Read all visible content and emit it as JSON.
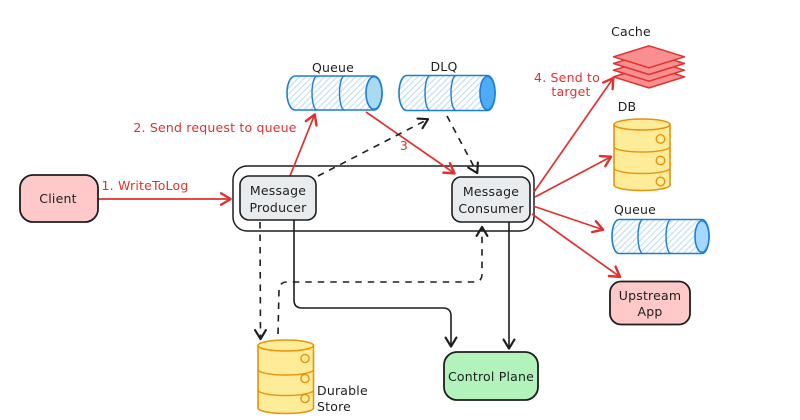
{
  "diagram_type": "message-queue-architecture",
  "colors": {
    "bg": "#ffffff",
    "ink": "#1e1e1e",
    "red": "#e03131",
    "blue": "#1c7ed6",
    "blue_fill": "#a5d8ff",
    "blue_cap": "#4dabf7",
    "yellow": "#e8930c",
    "yellow_fill": "#ffec99",
    "pink_fill": "#ffc9c9",
    "gray_fill": "#e9ecef",
    "green_fill": "#b2f2bb",
    "cache_fill": "#f98f8f"
  },
  "nodes": {
    "client": {
      "label": "Client"
    },
    "message_producer": {
      "line1": "Message",
      "line2": "Producer"
    },
    "message_consumer": {
      "line1": "Message",
      "line2": "Consumer"
    },
    "queue": {
      "label": "Queue"
    },
    "dlq": {
      "label": "DLQ"
    },
    "cache": {
      "label": "Cache"
    },
    "db": {
      "label": "DB"
    },
    "target_queue": {
      "label": "Queue"
    },
    "upstream_app": {
      "line1": "Upstream",
      "line2": "App"
    },
    "durable_store": {
      "line1": "Durable",
      "line2": "Store"
    },
    "control_plane": {
      "label": "Control Plane"
    }
  },
  "edges": {
    "write_to_log": {
      "label": "1. WriteToLog"
    },
    "send_request": {
      "label": "2. Send request to queue"
    },
    "step_3": {
      "label": "3"
    },
    "send_to_target": {
      "line1": "4. Send to",
      "line2": "target"
    }
  }
}
